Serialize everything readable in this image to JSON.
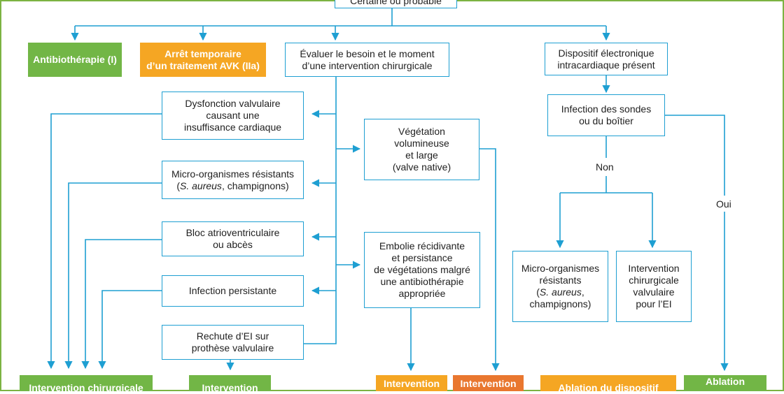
{
  "colors": {
    "line": "#1e9fd2",
    "green": "#72b646",
    "orange": "#f5a623",
    "dark_orange": "#e9772f",
    "frame": "#7cb342"
  },
  "top": {
    "text": "Certaine ou probable"
  },
  "antibio": "Antibiothérapie (I)",
  "avk": "Arrêt temporaire\nd’un traitement AVK (IIa)",
  "evaluer": "Évaluer le besoin et le moment\nd’une intervention chirurgicale",
  "dispositif": "Dispositif électronique\nintracardiaque présent",
  "left_boxes": {
    "dysfonction": "Dysfonction valvulaire\ncausant une\ninsuffisance cardiaque",
    "micro_pre": "Micro-organismes résistants",
    "micro_italic": "S. aureus",
    "micro_post": ", champignons)",
    "bloc": "Bloc atrioventriculaire\nou abcès",
    "infection": "Infection persistante",
    "rechute": "Rechute d’EI sur\nprothèse valvulaire"
  },
  "mid_boxes": {
    "vegetation": "Végétation\nvolumineuse\net large\n(valve native)",
    "embolie": "Embolie récidivante\net persistance\nde végétations malgré\nune antibiothérapie\nappropriée"
  },
  "right": {
    "sondes": "Infection des sondes\nou du boîtier",
    "non": "Non",
    "oui": "Oui",
    "micro_r_pre": "Micro-organismes\nrésistants\n(",
    "micro_r_italic": "S. aureus",
    "micro_r_post": ",\nchampignons)",
    "intervention_ei": "Intervention\nchirurgicale\nvalvulaire\npour l’EI"
  },
  "bottom": {
    "b1": "Intervention chirurgicale",
    "b2": "Intervention",
    "b3": "Intervention",
    "b4": "Intervention",
    "b5": "Ablation du dispositif",
    "b6": "Ablation"
  }
}
